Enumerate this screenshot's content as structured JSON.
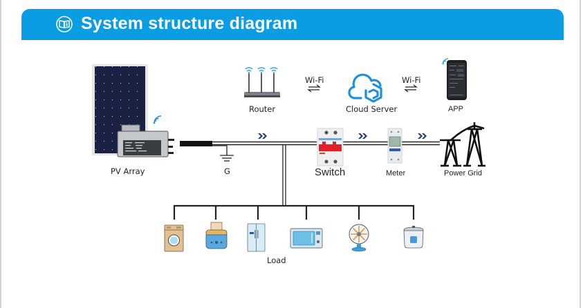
{
  "header": {
    "title": "System structure diagram",
    "icon": "book-info-icon",
    "color": "#0a9de3"
  },
  "nodes": {
    "pv_array": {
      "label": "PV Array",
      "icon": "solar-panel-with-microinverter-icon"
    },
    "ground": {
      "label": "G",
      "icon": "ground-symbol-icon"
    },
    "router": {
      "label": "Router",
      "icon": "wifi-router-icon"
    },
    "cloud": {
      "label": "Cloud Server",
      "icon": "cloud-server-icon"
    },
    "app": {
      "label": "APP",
      "icon": "smartphone-app-icon"
    },
    "switch": {
      "label": "Switch",
      "icon": "circuit-breaker-icon"
    },
    "meter": {
      "label": "Meter",
      "icon": "energy-meter-icon"
    },
    "grid": {
      "label": "Power Grid",
      "icon": "transmission-tower-icon"
    },
    "load": {
      "label": "Load"
    }
  },
  "links": {
    "router_cloud": {
      "label": "Wi-Fi",
      "icon": "bidirectional-arrows-icon"
    },
    "cloud_app": {
      "label": "Wi-Fi",
      "icon": "bidirectional-arrows-icon"
    }
  },
  "flow_arrows": {
    "icon": "double-chevron-right-icon",
    "color": "#1b3a8c"
  },
  "loads": [
    {
      "name": "washing-machine-icon"
    },
    {
      "name": "toaster-icon"
    },
    {
      "name": "refrigerator-icon"
    },
    {
      "name": "microwave-icon"
    },
    {
      "name": "electric-fan-icon"
    },
    {
      "name": "rice-cooker-icon"
    }
  ]
}
